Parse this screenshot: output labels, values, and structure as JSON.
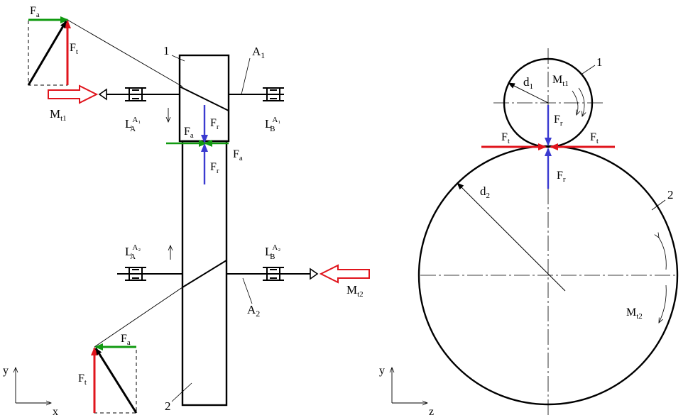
{
  "labels": {
    "fa": "F",
    "fa_sub": "a",
    "ft": "F",
    "ft_sub": "t",
    "fr": "F",
    "fr_sub": "r",
    "mt1": "M",
    "mt1_sub": "t1",
    "mt2": "M",
    "mt2_sub": "t2",
    "gear1": "1",
    "gear2": "2",
    "a1": "A",
    "a1_sub": "1",
    "a2": "A",
    "a2_sub": "2",
    "la": "L",
    "la_sub": "A",
    "lb": "L",
    "lb_sub": "B",
    "sup1": "A₁",
    "sup2": "A₂",
    "d1": "d",
    "d1_sub": "1",
    "d2": "d",
    "d2_sub": "2",
    "axis_y": "y",
    "axis_x": "x",
    "axis_z": "z"
  },
  "colors": {
    "axial": "#109a10",
    "tangential": "#e0141c",
    "radial": "#3a3ad0",
    "line": "#000000"
  }
}
